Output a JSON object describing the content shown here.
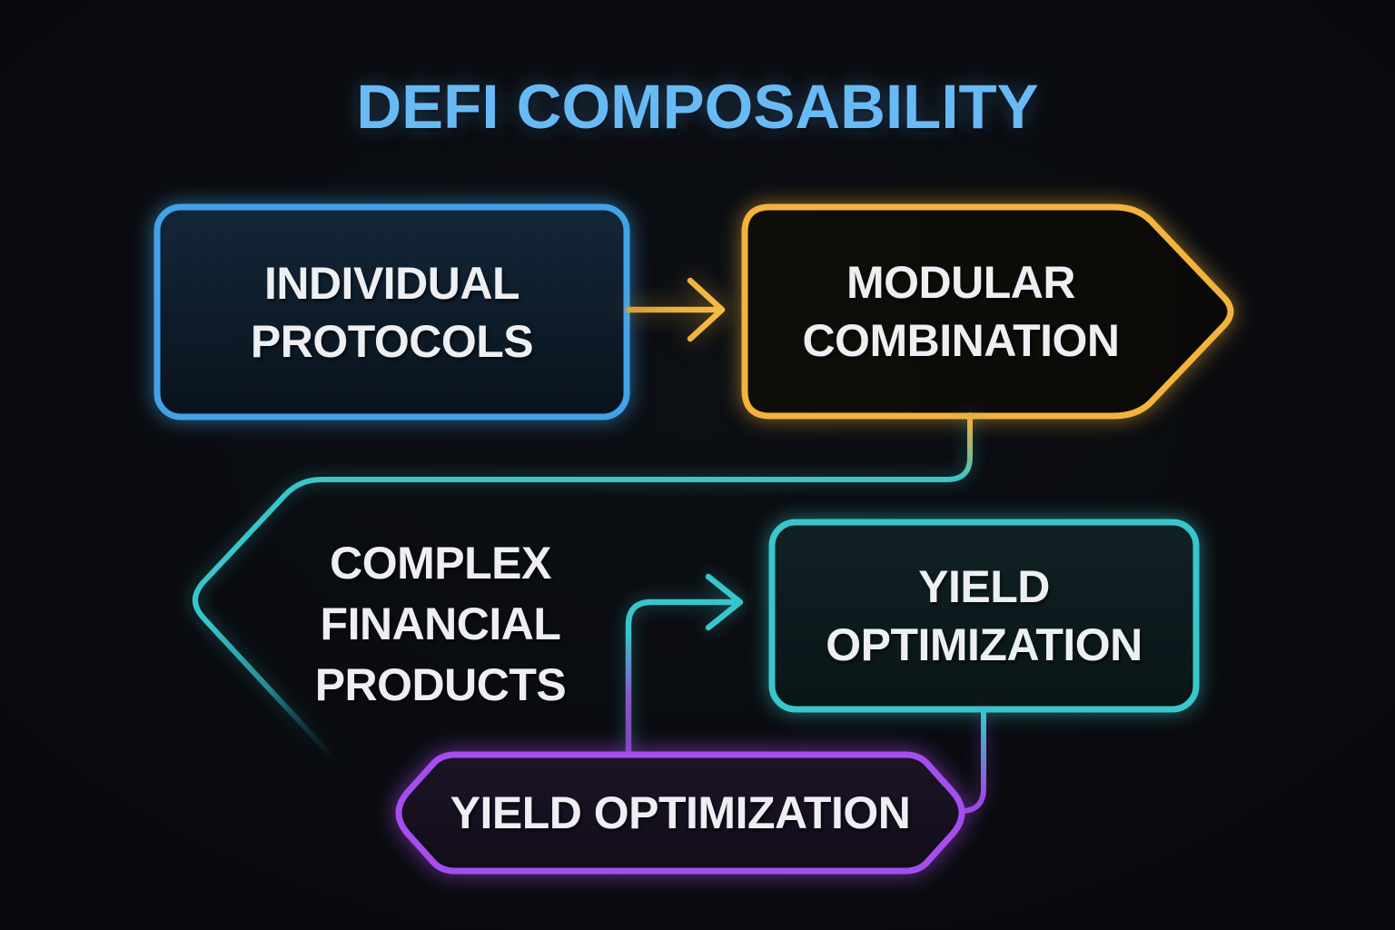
{
  "title": {
    "text": "DEFI COMPOSABILITY",
    "color": "#68baf4"
  },
  "nodes": {
    "individual_protocols": {
      "lines": [
        "INDIVIDUAL",
        "PROTOCOLS"
      ],
      "shape": "rounded-rectangle",
      "border_color": "#42a2e8"
    },
    "modular_combination": {
      "lines": [
        "MODULAR",
        "COMBINATION"
      ],
      "shape": "right-pointing-pentagon",
      "border_color": "#f3b33c"
    },
    "complex_financial_products": {
      "lines": [
        "COMPLEX",
        "FINANCIAL",
        "PRODUCTS"
      ],
      "shape": "left-pointing-arrow-outline",
      "border_color": "#35c4cc"
    },
    "yield_optimization": {
      "lines": [
        "YIELD",
        "OPTIMIZATION"
      ],
      "shape": "rounded-rectangle",
      "border_color": "#38c7cd"
    },
    "yield_optimization_tag": {
      "lines": [
        "YIELD OPTIMIZATION"
      ],
      "shape": "hexagon",
      "border_color": "#a64df0"
    }
  },
  "connectors": {
    "protocols_to_modular": {
      "type": "arrow-right",
      "color": "#f2b23d"
    },
    "modular_to_complex": {
      "type": "elbow-line",
      "gradient": [
        "#e9ae3b",
        "#38c5cb"
      ]
    },
    "tag_to_yield": {
      "type": "elbow-arrow-right",
      "gradient": [
        "#7b45b5",
        "#38c5cb"
      ]
    },
    "yield_to_tag": {
      "type": "elbow-line",
      "gradient": [
        "#38c5cb",
        "#9b4ae2"
      ]
    }
  },
  "colors": {
    "background": "#0a0c10",
    "text": "#edeff2"
  }
}
